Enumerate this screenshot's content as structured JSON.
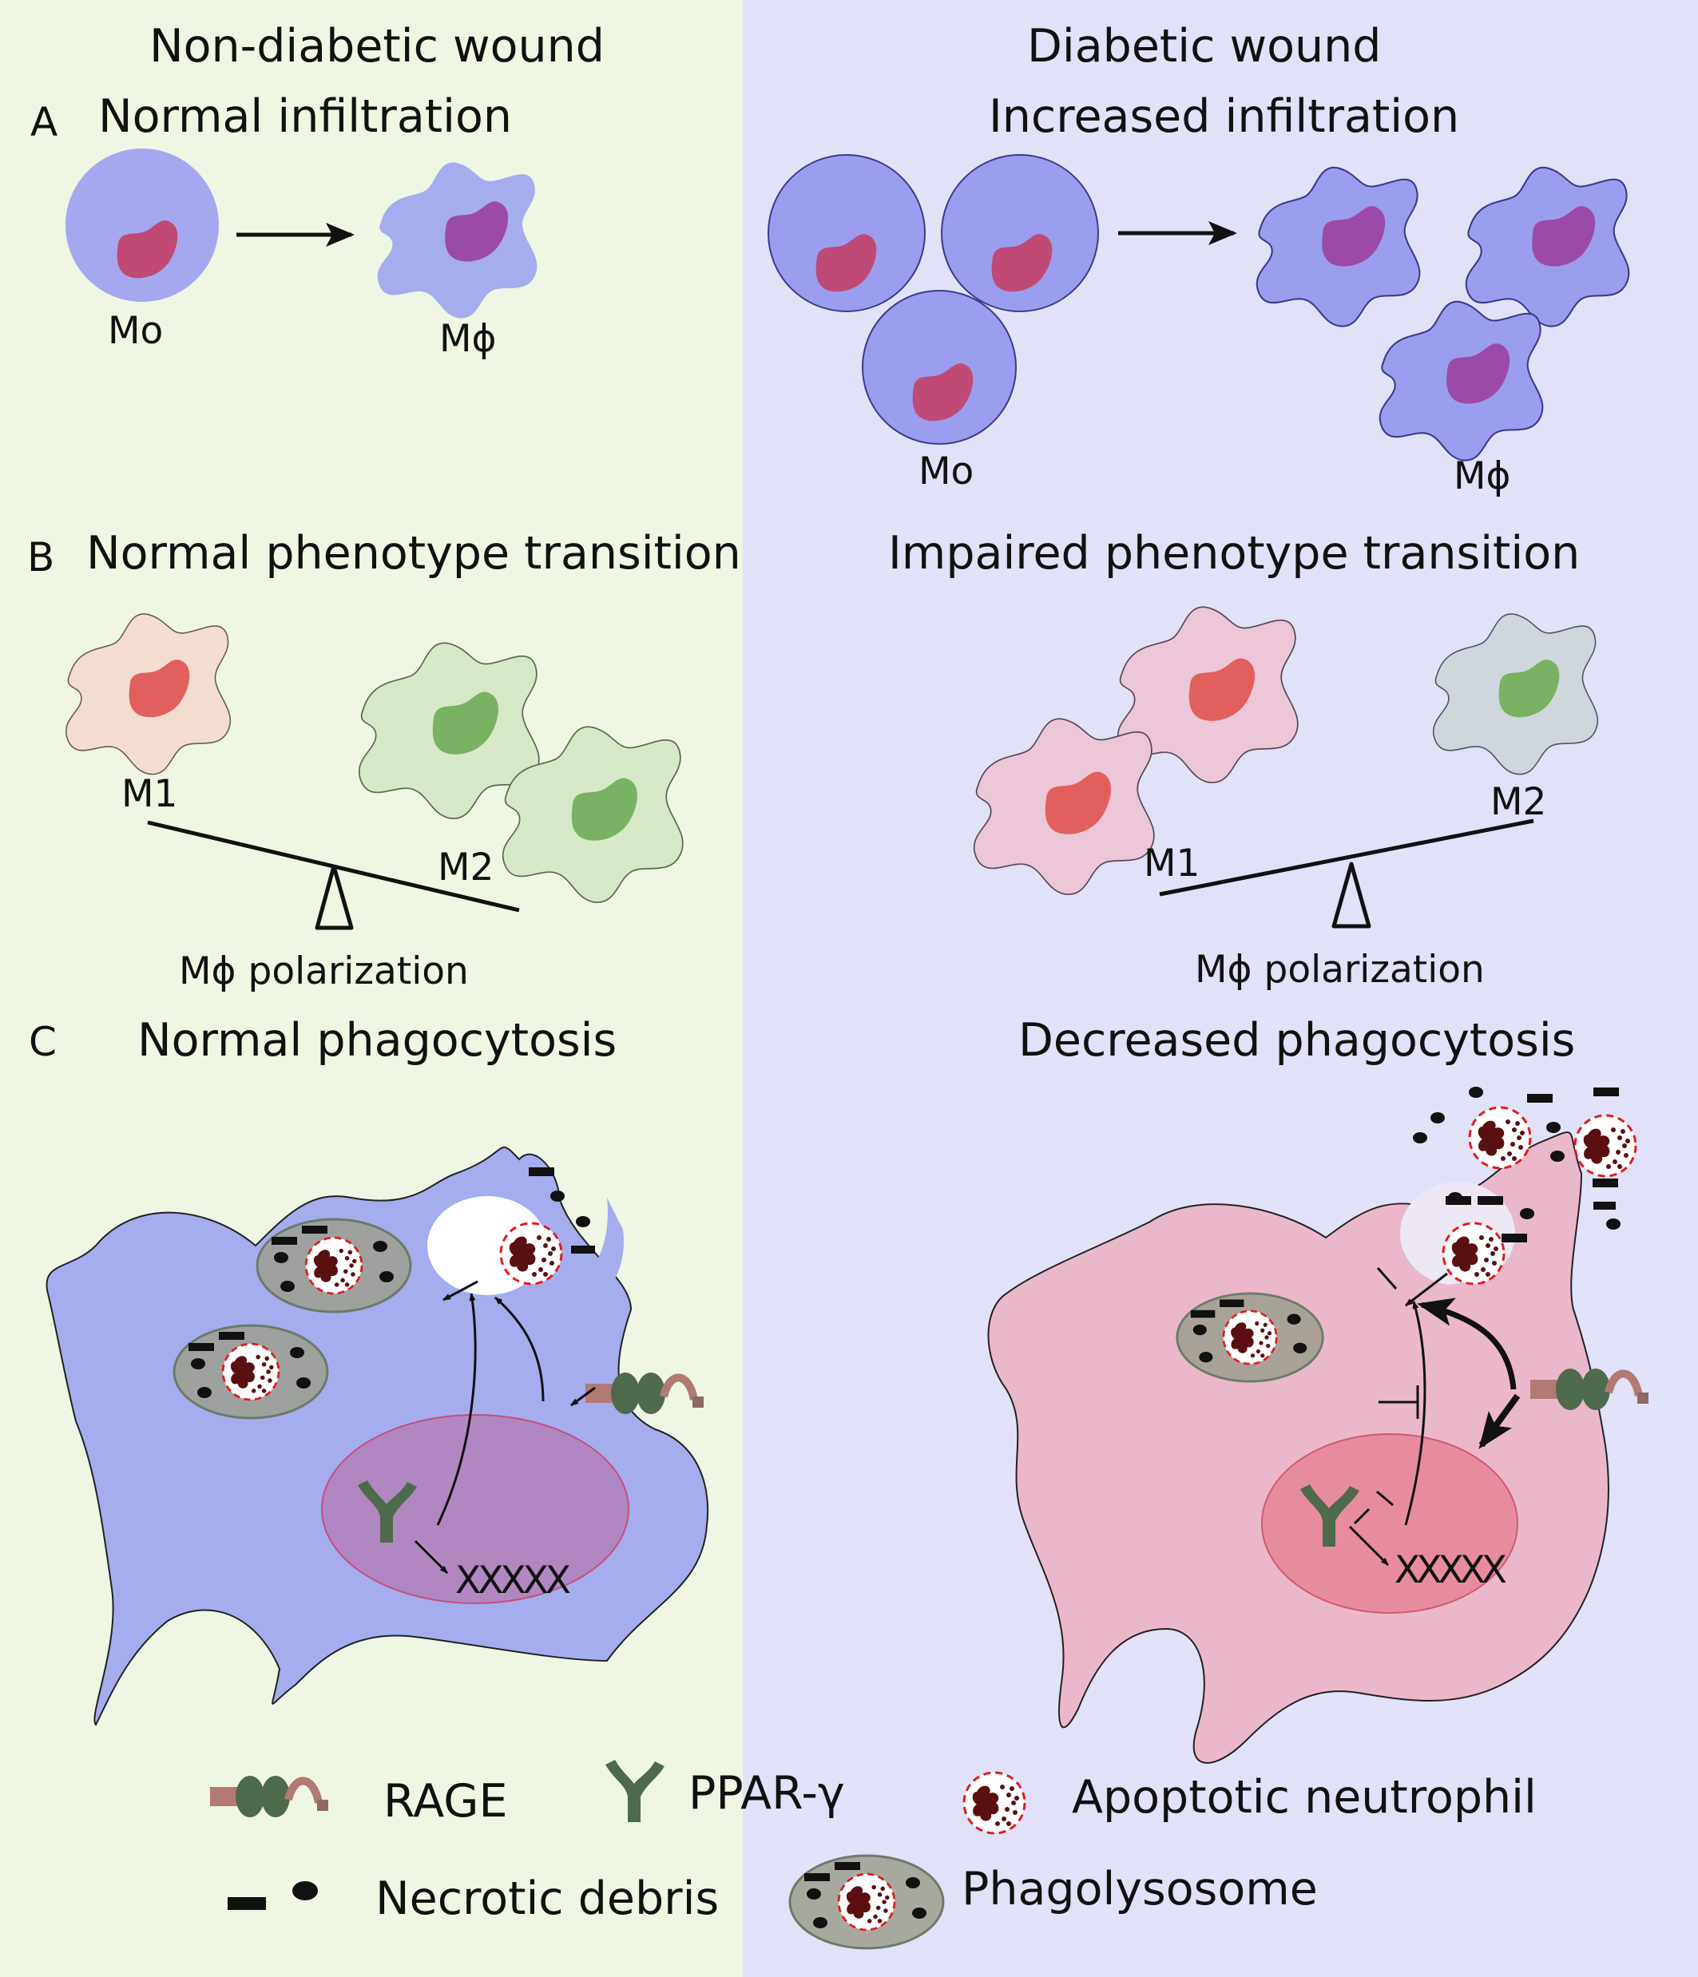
{
  "colors": {
    "left_bg": "#eff6e4",
    "right_bg": "#e1e1f7",
    "monocyte": "#9b9dee",
    "nucleus": "#bf4a75",
    "macrophage_nucleus": "#9b4aa8",
    "m1_cell": "#f3dcd0",
    "m1_nucleus": "#e1605e",
    "m2_cell": "#d7e8c8",
    "m2_nucleus": "#79b262",
    "normal_macrophage": "#a5adee",
    "diabetic_macrophage": "#ebb7cb",
    "nucleus_normal": "#b187c1",
    "nucleus_diabetic": "#e78c9f",
    "rage": "#4e6a4c",
    "apoptotic_ring": "#e01b1b"
  },
  "headers": {
    "left": "Non-diabetic wound",
    "right": "Diabetic wound"
  },
  "panel_a": {
    "letter": "A",
    "left_title": "Normal infiltration",
    "right_title": "Increased infiltration",
    "left_mo": "Mo",
    "left_mphi": "Mϕ",
    "right_mo": "Mo",
    "right_mphi": "Mϕ"
  },
  "panel_b": {
    "letter": "B",
    "left_title": "Normal phenotype transition",
    "right_title": "Impaired phenotype transition",
    "left_m1": "M1",
    "left_m2": "M2",
    "right_m1": "M1",
    "right_m2": "M2",
    "left_caption": "Mϕ polarization",
    "right_caption": "Mϕ polarization"
  },
  "panel_c": {
    "letter": "C",
    "left_title": "Normal phagocytosis",
    "right_title": "Decreased phagocytosis",
    "dna_left": "XXXXX",
    "dna_right": "XXXXX"
  },
  "legend": {
    "rage": "RAGE",
    "ppar": "PPAR-γ",
    "apoptotic": "Apoptotic neutrophil",
    "necrotic": "Necrotic debris",
    "phagolysosome": "Phagolysosome"
  }
}
